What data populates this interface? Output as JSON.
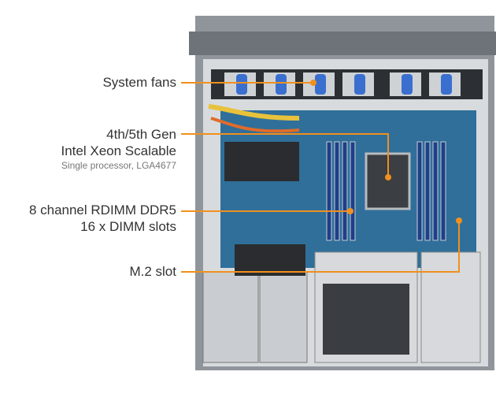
{
  "callouts": {
    "fans": {
      "title": "System fans"
    },
    "cpu": {
      "line1": "4th/5th Gen",
      "line2": "Intel Xeon Scalable",
      "sub": "Single processor, LGA4677"
    },
    "memory": {
      "line1": "8 channel RDIMM DDR5",
      "line2": "16 x DIMM slots"
    },
    "m2": {
      "title": "M.2 slot"
    }
  },
  "colors": {
    "accent": "#f0901e",
    "board": "#2f6f9a",
    "chassis": "#9aa0a6",
    "fan_clip": "#3a6fd0"
  }
}
